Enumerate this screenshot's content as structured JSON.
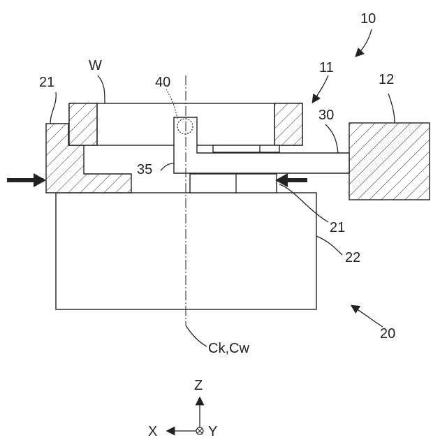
{
  "labels": {
    "apparatus": "10",
    "unit": "11",
    "motor": "12",
    "workpiece": "W",
    "jaw_left": "21",
    "jaw_right": "21",
    "chuck_body": "22",
    "chuck": "20",
    "arm": "30",
    "arm_tip": "35",
    "sensor": "40",
    "axis": "Ck,Cw"
  },
  "axes": {
    "z": "Z",
    "x": "X",
    "y": "Y"
  }
}
